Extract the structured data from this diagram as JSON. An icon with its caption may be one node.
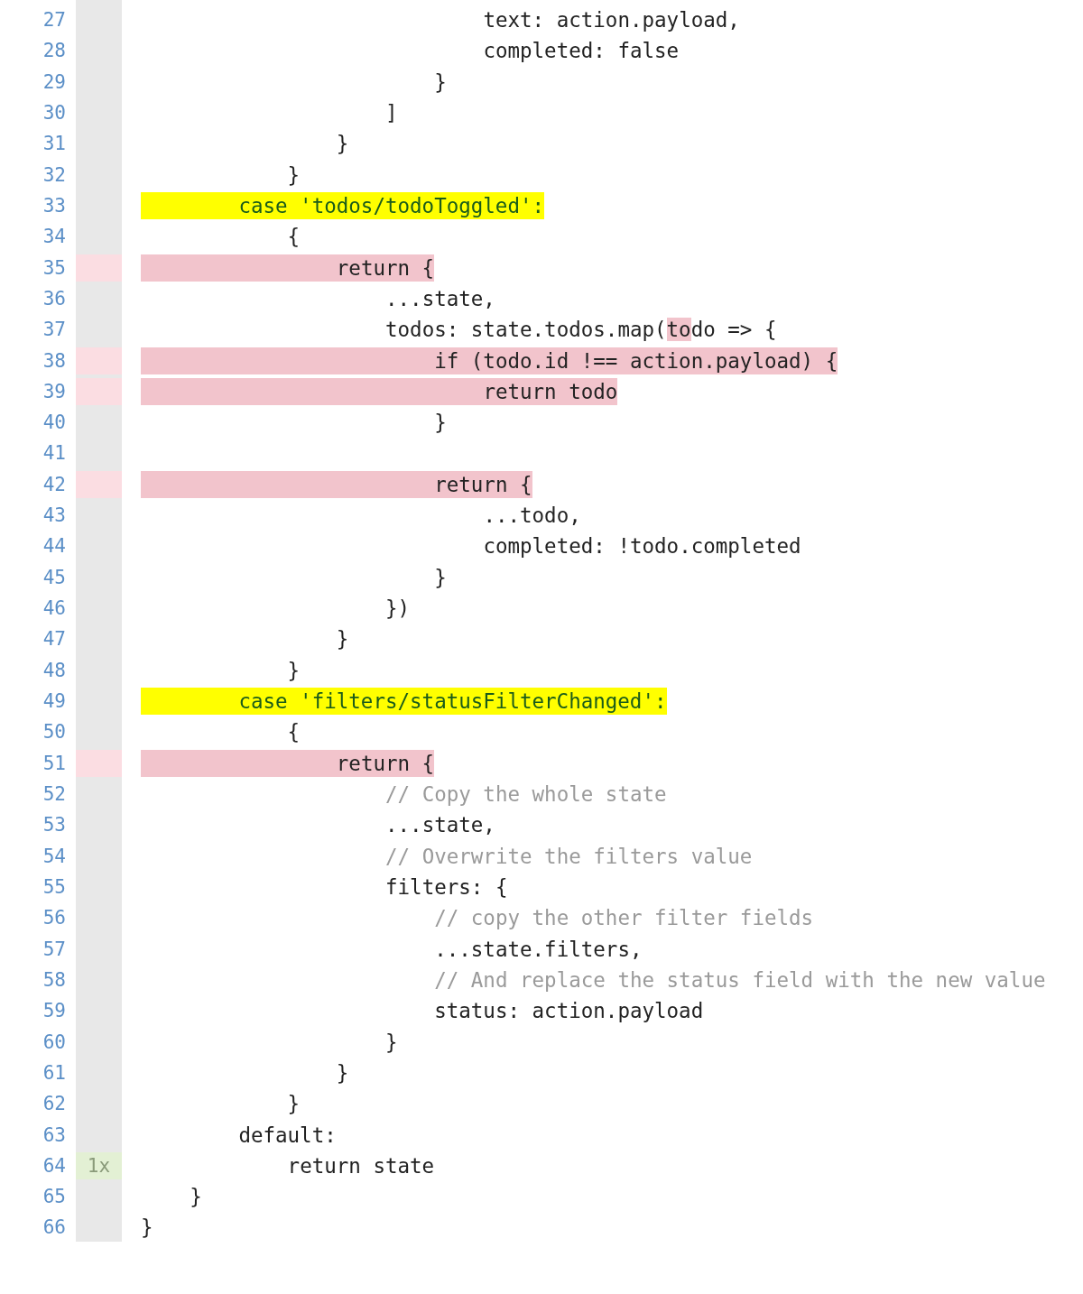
{
  "diagram": {
    "labels": [
      "27",
      "text: action.payload,",
      "28",
      "completed: false",
      "29",
      "}",
      "30",
      "]",
      "31",
      "}",
      "32",
      "}",
      "33",
      "case 'todos/todoToggled':",
      "34",
      "{",
      "35",
      "return {",
      "36",
      "...state,",
      "37",
      "todos: state.todos.map(todo => {",
      "38",
      "if (todo.id !== action.payload) {",
      "39",
      "return todo",
      "40",
      "}",
      "41",
      "42",
      "return {",
      "43",
      "...todo,",
      "44",
      "completed: !todo.completed",
      "45",
      "}",
      "46",
      "})",
      "47",
      "}",
      "48",
      "}",
      "49",
      "case 'filters/statusFilterChanged':",
      "50",
      "{",
      "51",
      "return {",
      "52",
      "// Copy the whole state",
      "53",
      "...state,",
      "54",
      "// Overwrite the filters value",
      "55",
      "filters: {",
      "56",
      "// copy the other filter fields",
      "57",
      "...state.filters,",
      "58",
      "// And replace the status field with the new value",
      "59",
      "status: action.payload",
      "60",
      "}",
      "61",
      "}",
      "62",
      "}",
      "63",
      "default:",
      "64",
      "1x",
      "return state",
      "65",
      "}",
      "66",
      "}"
    ]
  }
}
